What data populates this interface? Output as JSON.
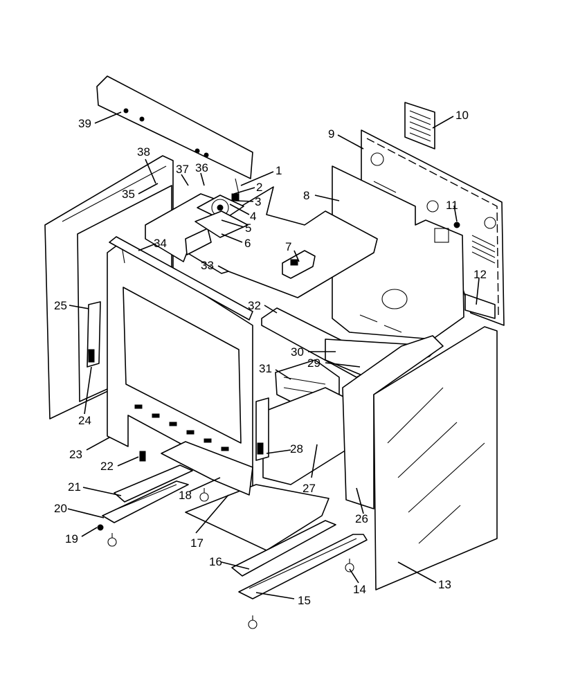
{
  "diagram": {
    "callouts": [
      "1",
      "2",
      "3",
      "4",
      "5",
      "6",
      "7",
      "8",
      "9",
      "10",
      "11",
      "12",
      "13",
      "14",
      "15",
      "16",
      "17",
      "18",
      "19",
      "20",
      "21",
      "22",
      "23",
      "24",
      "25",
      "26",
      "27",
      "28",
      "29",
      "30",
      "31",
      "32",
      "33",
      "34",
      "35",
      "36",
      "37",
      "38",
      "39"
    ]
  },
  "colors": {
    "line": "#000000",
    "background": "#ffffff"
  }
}
